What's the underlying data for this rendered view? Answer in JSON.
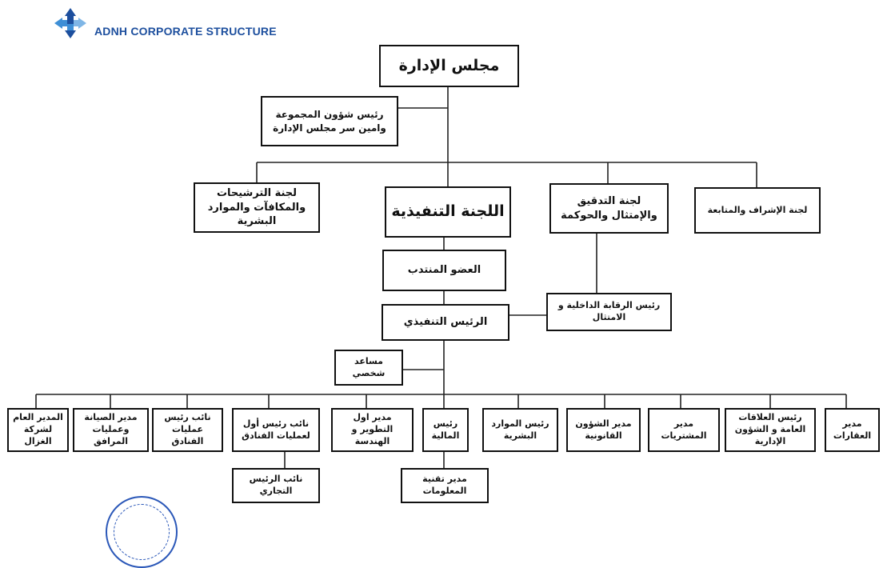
{
  "header": {
    "title": "ADNH CORPORATE STRUCTURE"
  },
  "chart": {
    "board": "مجلس الإدارة",
    "group_affairs": "رئيس شؤون المجموعة وامين سر مجلس الإدارة",
    "committees": {
      "nominations": "لجنة الترشيحات والمكافآت والموارد البشرية",
      "executive": "اللجنة التنفيذية",
      "audit": "لجنة التدقيق والإمتثال والحوكمة",
      "supervision": "لجنة الإشراف والمتابعة"
    },
    "managing_director": "العضو المنتدب",
    "internal_control": "رئيس الرقابة الداخلية و الامتثال",
    "ceo": "الرئيس التنفيذي",
    "personal_assistant": "مساعد شخصي",
    "units": {
      "ghazal_gm": "المدير العام لشركة الغزال",
      "maintenance": "مدير الصيانة وعمليات المرافق",
      "vp_hotel_ops": "نائب رئيس عمليات الفنادق",
      "svp_hotel_ops": "نائب رئيس أول لعمليات الفنادق",
      "senior_dev_eng": "مدير اول التطوير و الهندسة",
      "cfo": "رئيس المالية",
      "chro": "رئيس الموارد البشرية",
      "legal": "مدير الشؤون القانونية",
      "procurement": "مدير المشتريات",
      "pr_admin": "رئيس العلاقات العامة و الشؤون الإدارية",
      "properties": "مدير العقارات"
    },
    "vp_commercial": "نائب الرئيس التجاري",
    "it_manager": "مدير تقنية المعلومات"
  }
}
